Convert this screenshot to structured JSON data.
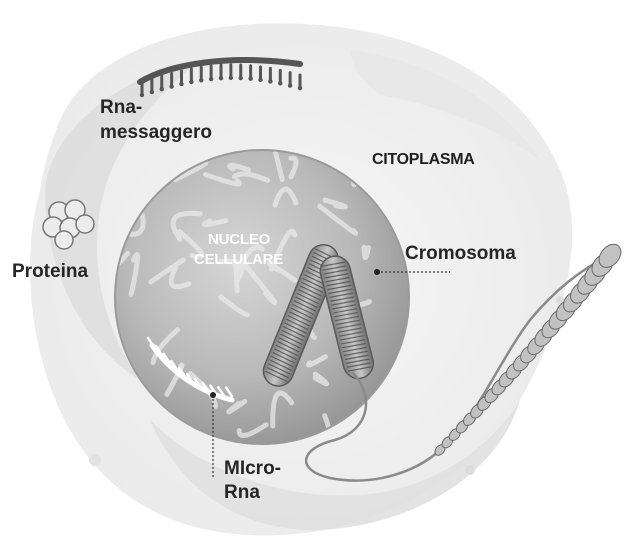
{
  "labels": {
    "rna_messaggero_line1": "Rna-",
    "rna_messaggero_line2": "messaggero",
    "citoplasma": "CITOPLASMA",
    "proteina": "Proteina",
    "nucleo_line1": "NUCLEO",
    "nucleo_line2": "CELLULARE",
    "cromosoma": "Cromosoma",
    "micro_rna_line1": "MIcro-",
    "micro_rna_line2": "Rna"
  }
}
